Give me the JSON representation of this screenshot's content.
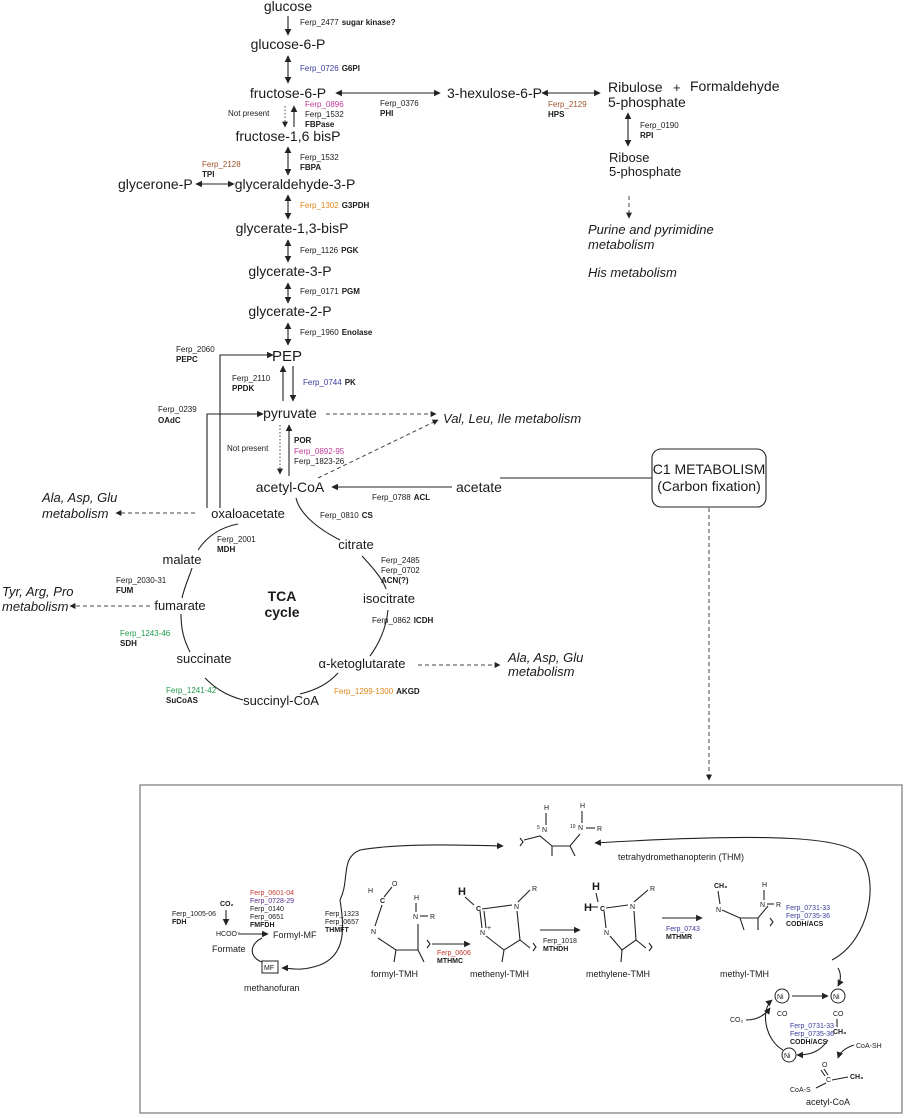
{
  "colors": {
    "blue": "#3b3b9c",
    "pink": "#c2399a",
    "brown": "#a0522d",
    "orange": "#e0861a",
    "green": "#1f9a4a",
    "red": "#c0392b",
    "purple": "#5a2a8a",
    "dark": "#1a1a1a"
  },
  "metabolites": {
    "glucose": "glucose",
    "g6p": "glucose-6-P",
    "f6p": "fructose-6-P",
    "f16bp": "fructose-1,6 bisP",
    "glycerone": "glycerone-P",
    "gap": "glyceraldehyde-3-P",
    "bpg": "glycerate-1,3-bisP",
    "g3p": "glycerate-3-P",
    "g2p": "glycerate-2-P",
    "pep": "PEP",
    "pyruvate": "pyruvate",
    "acetylcoa": "acetyl-CoA",
    "acetate": "acetate",
    "oxaloacetate": "oxaloacetate",
    "citrate": "citrate",
    "isocitrate": "isocitrate",
    "akg": "α-ketoglutarate",
    "succinylcoa": "succinyl-CoA",
    "succinate": "succinate",
    "fumarate": "fumarate",
    "malate": "malate",
    "hexulose": "3-hexulose-6-P",
    "ribulose1": "Ribulose",
    "ribulose2": "5-phosphate",
    "plus": "+",
    "formaldehyde": "Formaldehyde",
    "ribose1": "Ribose",
    "ribose2": "5-phosphate"
  },
  "cycle": {
    "line1": "TCA",
    "line2": "cycle"
  },
  "pathways": {
    "purine1": "Purine and pyrimidine",
    "purine2": "metabolism",
    "his": "His metabolism",
    "val": "Val, Leu, Ile metabolism",
    "ala1_1": "Ala, Asp, Glu",
    "ala1_2": "metabolism",
    "tyr1": "Tyr, Arg, Pro",
    "tyr2": "metabolism",
    "ala2_1": "Ala, Asp, Glu",
    "ala2_2": "metabolism"
  },
  "notpresent": {
    "a": "Not present",
    "b": "Not present"
  },
  "c1box": {
    "line1": "C1 METABOLISM",
    "line2": "(Carbon fixation)"
  },
  "enz": {
    "e2477": "Ferp_2477",
    "e2477n": "sugar kinase?",
    "e0726": "Ferp_0726",
    "e0726n": "G6PI",
    "e0896": "Ferp_0896",
    "e1532a": "Ferp_1532",
    "fbpase": "FBPase",
    "e0376": "Ferp_0376",
    "phi": "PHI",
    "e2129": "Ferp_2129",
    "hps": "HPS",
    "e0190": "Ferp_0190",
    "rpi": "RPI",
    "e1532b": "Ferp_1532",
    "fbpa": "FBPA",
    "e2128": "Ferp_2128",
    "tpi": "TPI",
    "e1302": "Ferp_1302",
    "g3pdh": "G3PDH",
    "e1126": "Ferp_1126",
    "pgk": "PGK",
    "e0171": "Ferp_0171",
    "pgm": "PGM",
    "e1960": "Ferp_1960",
    "enolase": "Enolase",
    "e2060": "Ferp_2060",
    "pepc": "PEPC",
    "e2110": "Ferp_2110",
    "ppdk": "PPDK",
    "e0744": "Ferp_0744",
    "pk": "PK",
    "e0239": "Ferp_0239",
    "oadc": "OAdC",
    "por": "POR",
    "e0892": "Ferp_0892-95",
    "e1823": "Ferp_1823-26",
    "e0788": "Ferp_0788",
    "acl": "ACL",
    "e0810": "Ferp_0810",
    "cs": "CS",
    "e2001": "Ferp_2001",
    "mdh": "MDH",
    "e2485": "Ferp_2485",
    "e0702": "Ferp_0702",
    "acn": "ACN(?)",
    "e2030": "Ferp_2030-31",
    "fum": "FUM",
    "e0862": "Ferp_0862",
    "icdh": "ICDH",
    "e1243": "Ferp_1243-46",
    "sdh": "SDH",
    "e1241": "Ferp_1241-42",
    "sucoas": "SuCoAS",
    "e1299": "Ferp_1299-1300",
    "akgd": "AKGD"
  },
  "c1": {
    "thm": "tetrahydromethanopterin (THM)",
    "co2": "CO₂",
    "hcoo": "HCOO⁻",
    "formate": "Formate",
    "formylmf": "Formyl-MF",
    "mf": "MF",
    "methanofuran": "methanofuran",
    "fdh1": "Ferp_1005-06",
    "fdh": "FDH",
    "fm1": "Ferp_0601-04",
    "fm2": "Ferp_0728-29",
    "fm3": "Ferp_0140",
    "fm4": "Ferp_0651",
    "fmfdh": "FMFDH",
    "th1": "Ferp_1323",
    "th2": "Ferp_0657",
    "thmft": "THMFT",
    "formyl": "formyl-TMH",
    "methenyl": "methenyl-TMH",
    "methylene": "methylene-TMH",
    "methyl": "methyl-TMH",
    "mc1": "Ferp_0606",
    "mthmc": "MTHMC",
    "md1": "Ferp_1018",
    "mthdh": "MTHDH",
    "mr1": "Ferp_0743",
    "mthmr": "MTHMR",
    "cd1": "Ferp_0731-33",
    "cd2": "Ferp_0735-36",
    "codh": "CODH/ACS",
    "cd3": "Ferp_0731-33",
    "cd4": "Ferp_0735-36",
    "codh2": "CODH/ACS",
    "ni": "Ni",
    "co": "CO",
    "co2b": "CO₂",
    "ch3": "CH₃",
    "coash": "CoA-SH",
    "coas": "CoA-S",
    "acetylcoa": "acetyl-CoA",
    "atomH": "H",
    "atomN": "N",
    "atomR": "R",
    "atomC": "C",
    "atomO": "O",
    "n5": "5",
    "n10": "10",
    "plusSign": "+"
  }
}
